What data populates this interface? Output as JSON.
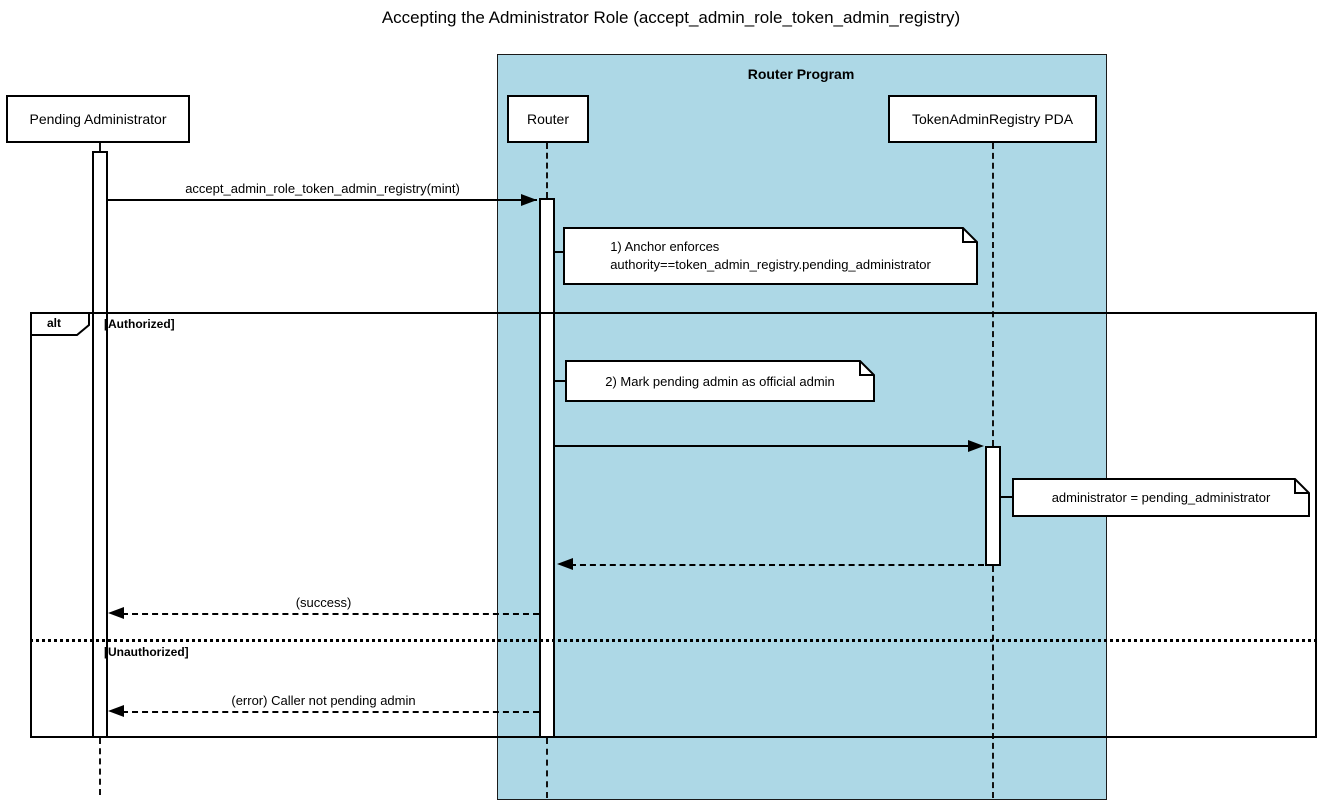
{
  "diagram": {
    "title": "Accepting the Administrator Role (accept_admin_role_token_admin_registry)",
    "program_frame": {
      "label": "Router Program",
      "fill_color": "#ADD8E6",
      "border_color": "#1a1a1a"
    },
    "participants": [
      {
        "id": "pending-administrator",
        "label": "Pending Administrator"
      },
      {
        "id": "router",
        "label": "Router"
      },
      {
        "id": "token-admin-registry-pda",
        "label": "TokenAdminRegistry PDA"
      }
    ],
    "messages": [
      {
        "from": "pending-administrator",
        "to": "router",
        "label": "accept_admin_role_token_admin_registry(mint)",
        "line": "solid"
      },
      {
        "from": "router",
        "to": "token-admin-registry-pda",
        "label": "",
        "line": "solid"
      },
      {
        "from": "token-admin-registry-pda",
        "to": "router",
        "label": "",
        "line": "dashed"
      },
      {
        "from": "router",
        "to": "pending-administrator",
        "label": "(success)",
        "line": "dashed"
      },
      {
        "from": "router",
        "to": "pending-administrator",
        "label": "(error) Caller not pending admin",
        "line": "dashed"
      }
    ],
    "notes": [
      {
        "lines": [
          "1) Anchor enforces",
          "authority==token_admin_registry.pending_administrator"
        ]
      },
      {
        "lines": [
          "2) Mark pending admin as official admin"
        ]
      },
      {
        "lines": [
          "administrator = pending_administrator"
        ]
      }
    ],
    "alt_frame": {
      "operator": "alt",
      "guards": [
        "[Authorized]",
        "[Unauthorized]"
      ]
    }
  }
}
